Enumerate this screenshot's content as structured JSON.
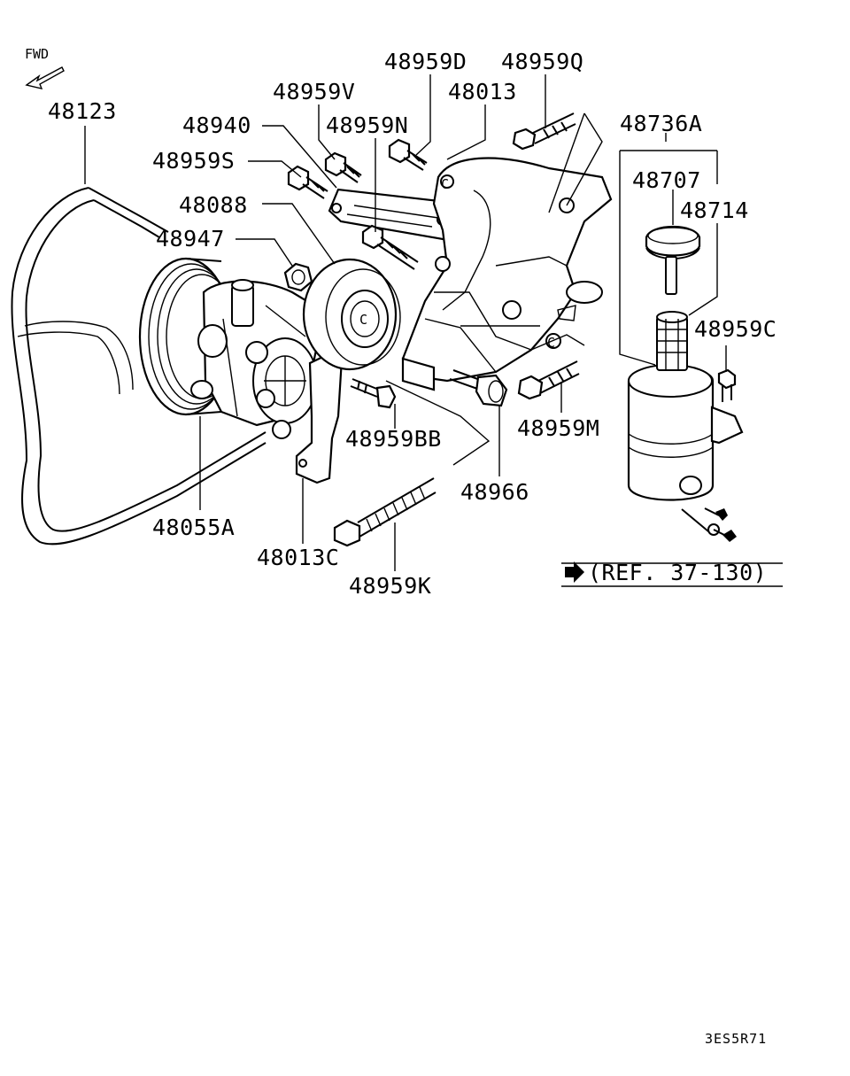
{
  "diagram": {
    "fwd_label": "FWD",
    "ref_label": "(REF. 37-130)",
    "drawing_code": "3ES5R71",
    "labels": {
      "p48123": "48123",
      "p48959D": "48959D",
      "p48959Q": "48959Q",
      "p48959V": "48959V",
      "p48013": "48013",
      "p48940": "48940",
      "p48959N": "48959N",
      "p48736A": "48736A",
      "p48959S": "48959S",
      "p48707": "48707",
      "p48088": "48088",
      "p48714": "48714",
      "p48947": "48947",
      "p48959C": "48959C",
      "p48959BB": "48959BB",
      "p48959M": "48959M",
      "p48966": "48966",
      "p48055A": "48055A",
      "p48013C": "48013C",
      "p48959K": "48959K"
    }
  }
}
